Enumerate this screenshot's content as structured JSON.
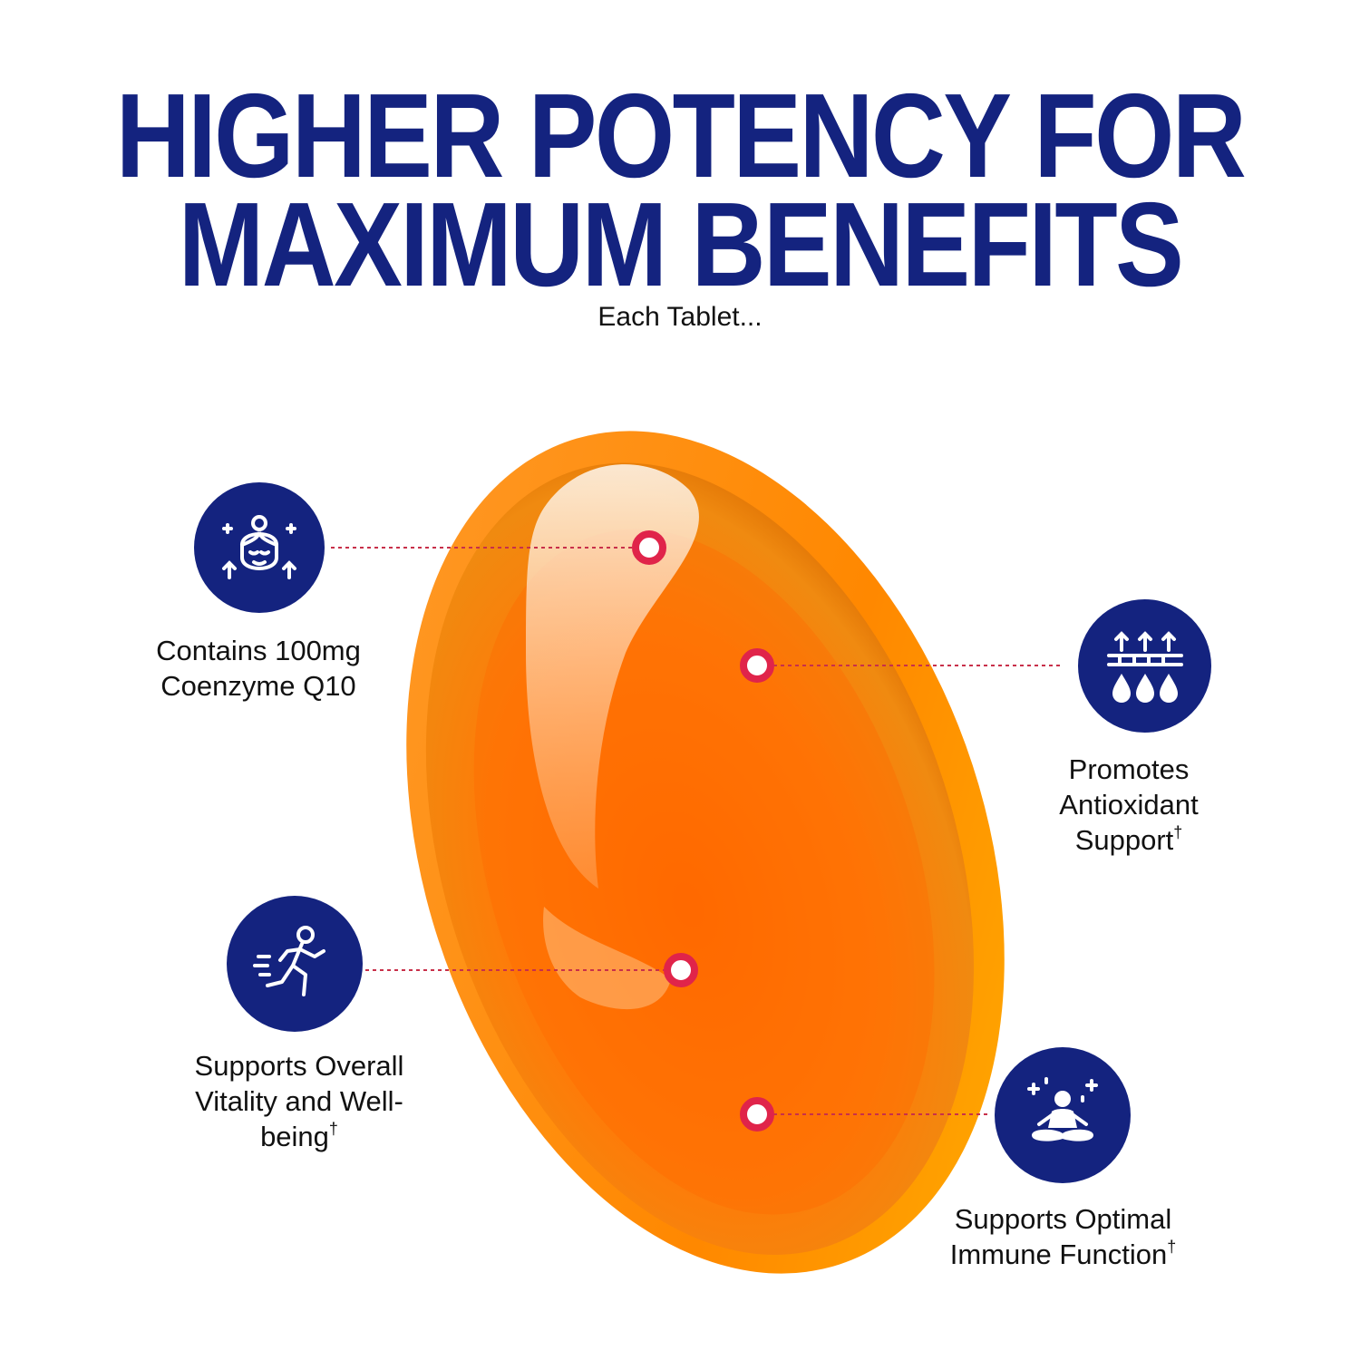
{
  "headline": {
    "line1": "HIGHER POTENCY FOR",
    "line2": "MAXIMUM BENEFITS"
  },
  "subtitle": "Each Tablet...",
  "colors": {
    "navy": "#14237f",
    "marker": "#e0244a",
    "pill_orange": "#ff7a00"
  },
  "benefits": [
    {
      "icon": "face-glow-icon",
      "line1": "Contains 100mg",
      "line2": "Coenzyme Q10",
      "line3": "",
      "dagger": ""
    },
    {
      "icon": "skin-hydration-icon",
      "line1": "Promotes",
      "line2": "Antioxidant",
      "line3": "Support",
      "dagger": "†"
    },
    {
      "icon": "running-person-icon",
      "line1": "Supports Overall",
      "line2": "Vitality and Well-",
      "line3": "being",
      "dagger": "†"
    },
    {
      "icon": "meditation-icon",
      "line1": "Supports Optimal",
      "line2": "Immune Function",
      "line3": "",
      "dagger": "†"
    }
  ]
}
